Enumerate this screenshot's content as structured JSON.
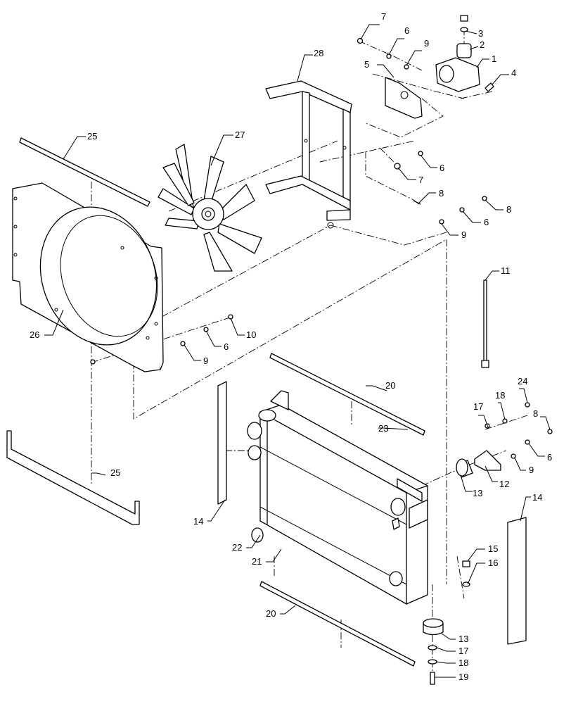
{
  "callouts": [
    {
      "id": "c1",
      "text": "1"
    },
    {
      "id": "c2",
      "text": "2"
    },
    {
      "id": "c3",
      "text": "3"
    },
    {
      "id": "c4",
      "text": "4"
    },
    {
      "id": "c5",
      "text": "5"
    },
    {
      "id": "c6a",
      "text": "6"
    },
    {
      "id": "c6b",
      "text": "6"
    },
    {
      "id": "c6c",
      "text": "6"
    },
    {
      "id": "c6d",
      "text": "6"
    },
    {
      "id": "c6e",
      "text": "6"
    },
    {
      "id": "c7a",
      "text": "7"
    },
    {
      "id": "c7b",
      "text": "7"
    },
    {
      "id": "c8a",
      "text": "8"
    },
    {
      "id": "c8b",
      "text": "8"
    },
    {
      "id": "c8c",
      "text": "8"
    },
    {
      "id": "c9a",
      "text": "9"
    },
    {
      "id": "c9b",
      "text": "9"
    },
    {
      "id": "c9c",
      "text": "9"
    },
    {
      "id": "c9d",
      "text": "9"
    },
    {
      "id": "c10",
      "text": "10"
    },
    {
      "id": "c11",
      "text": "11"
    },
    {
      "id": "c12",
      "text": "12"
    },
    {
      "id": "c13a",
      "text": "13"
    },
    {
      "id": "c13b",
      "text": "13"
    },
    {
      "id": "c14a",
      "text": "14"
    },
    {
      "id": "c14b",
      "text": "14"
    },
    {
      "id": "c15",
      "text": "15"
    },
    {
      "id": "c16",
      "text": "16"
    },
    {
      "id": "c17a",
      "text": "17"
    },
    {
      "id": "c17b",
      "text": "17"
    },
    {
      "id": "c18a",
      "text": "18"
    },
    {
      "id": "c18b",
      "text": "18"
    },
    {
      "id": "c19",
      "text": "19"
    },
    {
      "id": "c20a",
      "text": "20"
    },
    {
      "id": "c20b",
      "text": "20"
    },
    {
      "id": "c21",
      "text": "21"
    },
    {
      "id": "c22",
      "text": "22"
    },
    {
      "id": "c23",
      "text": "23"
    },
    {
      "id": "c24",
      "text": "24"
    },
    {
      "id": "c25a",
      "text": "25"
    },
    {
      "id": "c25b",
      "text": "25"
    },
    {
      "id": "c26",
      "text": "26"
    },
    {
      "id": "c27",
      "text": "27"
    },
    {
      "id": "c28",
      "text": "28"
    }
  ]
}
